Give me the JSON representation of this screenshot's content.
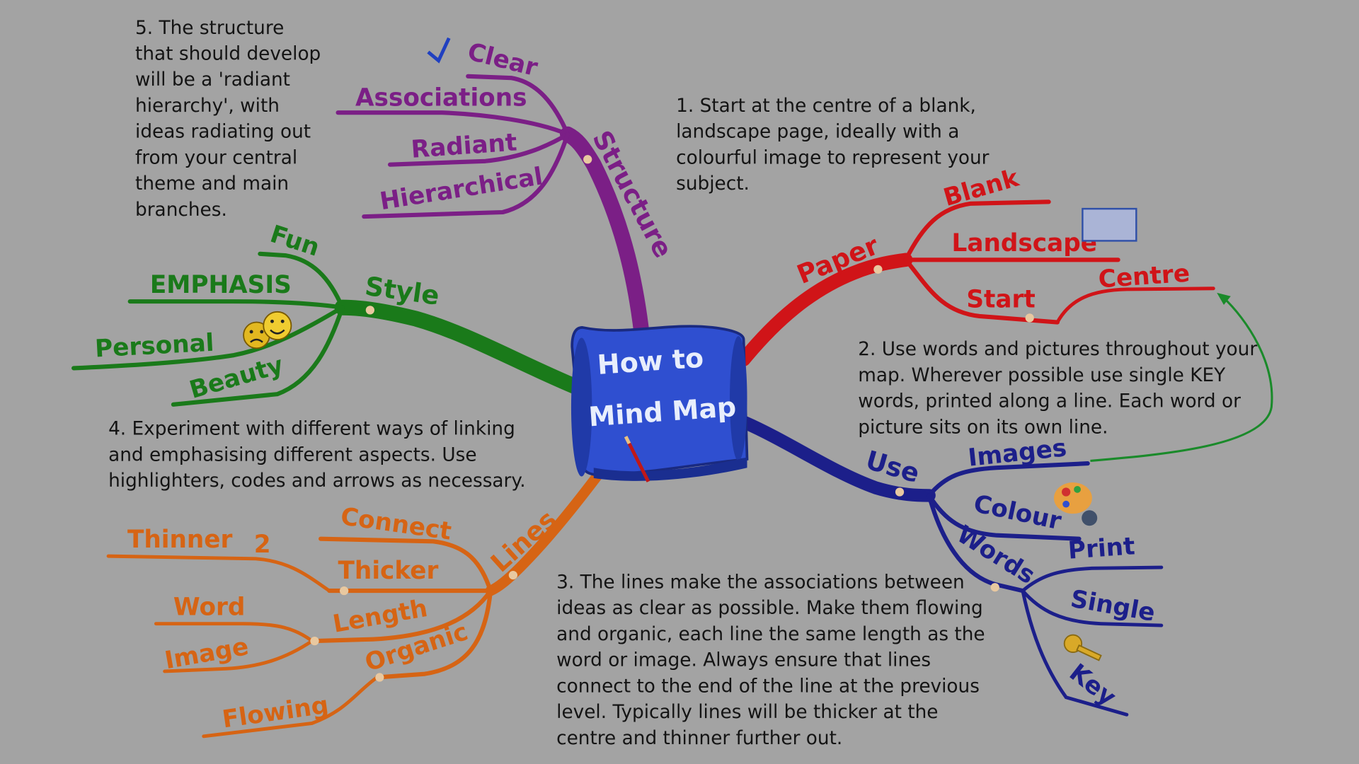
{
  "center": {
    "line1": "How to",
    "line2": "Mind Map"
  },
  "notes": {
    "n1": "1. Start at the centre of a blank,\nlandscape page, ideally with a\ncolourful image to represent your\nsubject.",
    "n2": "2. Use words and pictures throughout your\nmap. Wherever possible use single KEY\nwords, printed along a line. Each word or\npicture sits on its own line.",
    "n3": "3. The lines make the associations between\nideas as clear as possible. Make them flowing\nand organic, each line the same length as the\nword or image. Always ensure that lines\nconnect to the end of the line at the previous\nlevel. Typically lines will be thicker at the\ncentre and thinner further out.",
    "n4": "4. Experiment with different ways of linking\nand emphasising different aspects. Use\nhighlighters, codes and arrows as necessary.",
    "n5": "5. The structure\nthat should develop\nwill be a 'radiant\nhierarchy', with\nideas radiating out\nfrom your central\ntheme and main\nbranches."
  },
  "branches": {
    "structure": {
      "label": "Structure",
      "color": "#7b1f86",
      "clear": "Clear",
      "associations": "Associations",
      "radiant": "Radiant",
      "hierarchical": "Hierarchical"
    },
    "paper": {
      "label": "Paper",
      "color": "#d01418",
      "blank": "Blank",
      "landscape": "Landscape",
      "start": "Start",
      "centre": "Centre"
    },
    "use": {
      "label": "Use",
      "color": "#1c1f8a",
      "images": "Images",
      "colour": "Colour",
      "words": "Words",
      "print": "Print",
      "single": "Single",
      "key": "Key"
    },
    "lines": {
      "label": "Lines",
      "color": "#d66414",
      "connect": "Connect",
      "thicker": "Thicker",
      "thinner": "Thinner",
      "thinner_num": "2",
      "length": "Length",
      "word": "Word",
      "image": "Image",
      "organic": "Organic",
      "flowing": "Flowing"
    },
    "style": {
      "label": "Style",
      "color": "#1a7a1a",
      "fun": "Fun",
      "emphasis": "EMPHASIS",
      "personal": "Personal",
      "beauty": "Beauty"
    }
  },
  "icons": [
    "checkmark-icon",
    "sad-face-icon",
    "smiley-face-icon",
    "landscape-rectangle-icon",
    "palette-icon",
    "key-icon",
    "pencil-icon"
  ]
}
